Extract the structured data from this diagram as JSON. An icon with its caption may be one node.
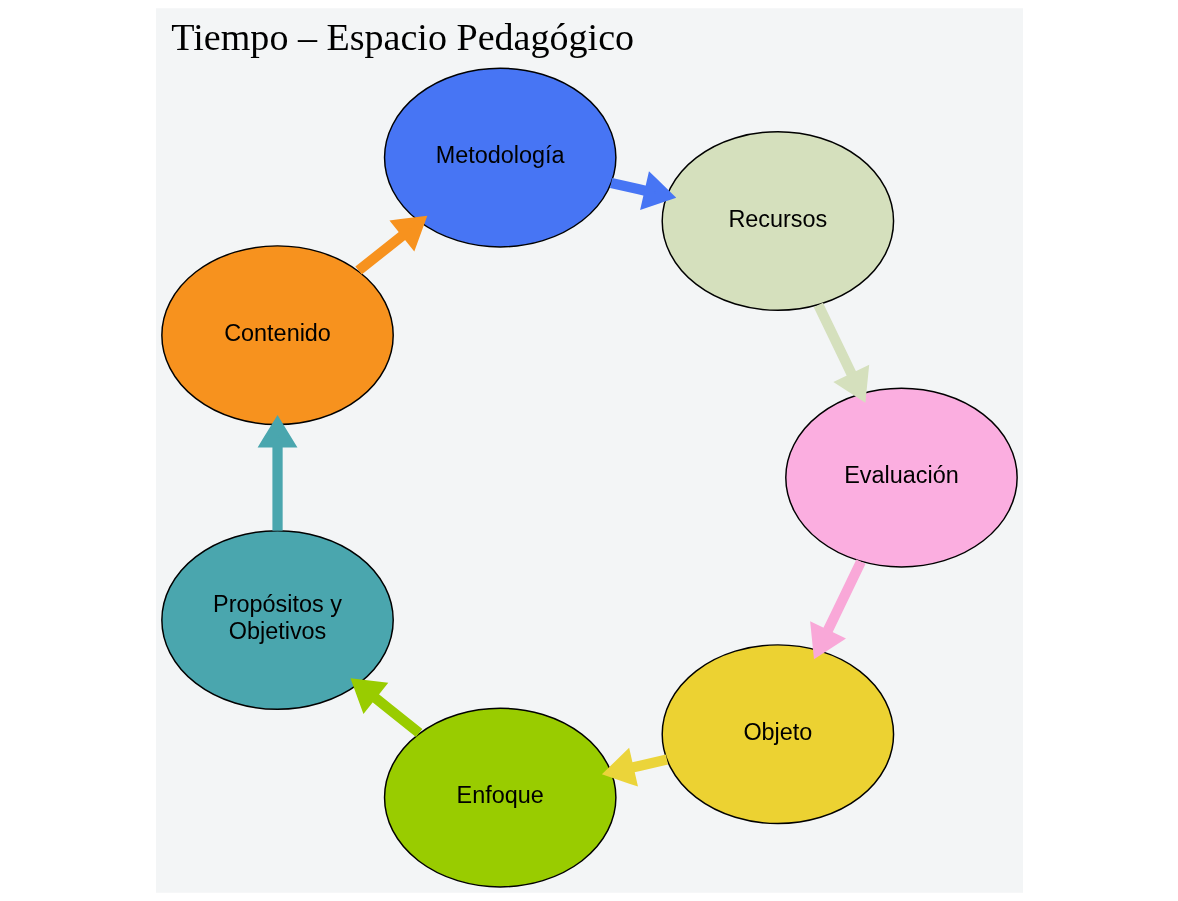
{
  "diagram": {
    "title": "Tiempo – Espacio Pedagógico",
    "nodes": [
      {
        "text": [
          "Objeto"
        ]
      },
      {
        "text": [
          "Enfoque"
        ]
      },
      {
        "text": [
          "Propósitos y Objetivos"
        ]
      },
      {
        "text": [
          "Contenido"
        ]
      },
      {
        "text": [
          "Metodología"
        ]
      },
      {
        "text": [
          "Recursos"
        ]
      },
      {
        "text": [
          "Evaluación"
        ]
      }
    ],
    "edges": [
      {
        "from": 6,
        "to": 0,
        "arrow": "to",
        "color": "#f9a8d8"
      },
      {
        "from": 0,
        "to": 1,
        "arrow": "to",
        "color": "#ebd43a"
      },
      {
        "from": 1,
        "to": 2,
        "arrow": "to",
        "color": "#99cc00"
      },
      {
        "from": 2,
        "to": 3,
        "arrow": "to",
        "color": "#4aa6ae"
      },
      {
        "from": 3,
        "to": 4,
        "arrow": "to",
        "color": "#f7921e"
      },
      {
        "from": 4,
        "to": 5,
        "arrow": "to",
        "color": "#4775f4"
      },
      {
        "from": 5,
        "to": 6,
        "arrow": "to",
        "color": "#d5e0bd"
      }
    ]
  }
}
